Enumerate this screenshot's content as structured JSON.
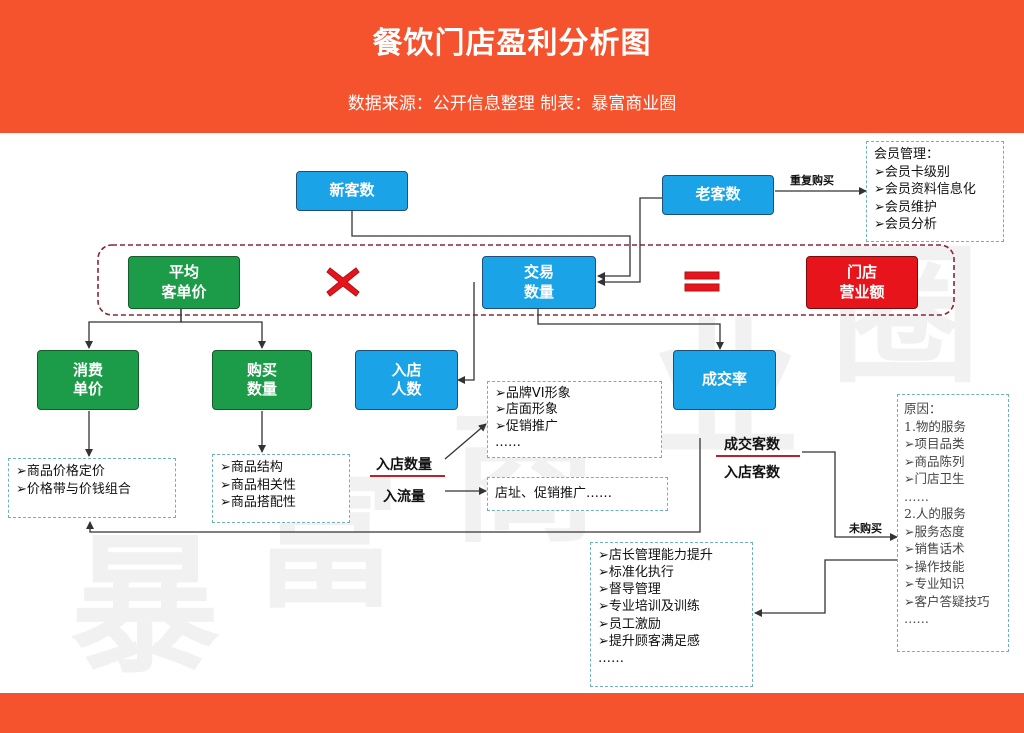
{
  "header": {
    "title": "餐饮门店盈利分析图",
    "subtitle": "数据来源：公开信息整理    制表：暴富商业圈"
  },
  "watermark": [
    "暴",
    "富",
    "商",
    "业",
    "圈"
  ],
  "nodes": {
    "new_customers": "新客数",
    "old_customers": "老客数",
    "avg_price": "平均\n客单价",
    "transactions": "交易\n数量",
    "store_revenue": "门店\n营业额",
    "unit_price": "消费\n单价",
    "purchase_qty": "购买\n数量",
    "visitors": "入店\n人数",
    "conversion_rate": "成交率"
  },
  "labels": {
    "repeat_purchase": "重复购买",
    "no_purchase": "未购买",
    "entry_count": "入店数量",
    "foot_traffic": "入流量",
    "conv_numerator": "成交客数",
    "conv_denominator": "入店客数"
  },
  "notes": {
    "membership": [
      "会员管理：",
      "➢会员卡级别",
      "➢会员资料信息化",
      "➢会员维护",
      "➢会员分析"
    ],
    "brand": [
      "➢品牌VI形象",
      "➢店面形象",
      "➢促销推广",
      "……"
    ],
    "location": "店址、促销推广……",
    "pricing": [
      "➢商品价格定价",
      "➢价格带与价钱组合"
    ],
    "product": [
      "➢商品结构",
      "➢商品相关性",
      "➢商品搭配性"
    ],
    "management": [
      "➢店长管理能力提升",
      "➢标准化执行",
      "➢督导管理",
      "➢专业培训及训练",
      "➢员工激励",
      "➢提升顾客满足感",
      "……"
    ],
    "reasons": [
      "原因：",
      "1.物的服务",
      "➢项目品类",
      "➢商品陈列",
      "➢门店卫生",
      "……",
      "2.人的服务",
      "➢服务态度",
      "➢销售话术",
      "➢操作技能",
      "➢专业知识",
      "➢客户答疑技巧",
      "……"
    ]
  },
  "colors": {
    "header": "#f5522e",
    "blue_node": "#1aa3e6",
    "green_node": "#1c9b48",
    "red_node": "#e8141b",
    "dashed_border": "#6fb1bf",
    "group_border": "#8b2636"
  },
  "icons": {
    "multiply": "multiply-icon",
    "equals": "equals-icon"
  }
}
